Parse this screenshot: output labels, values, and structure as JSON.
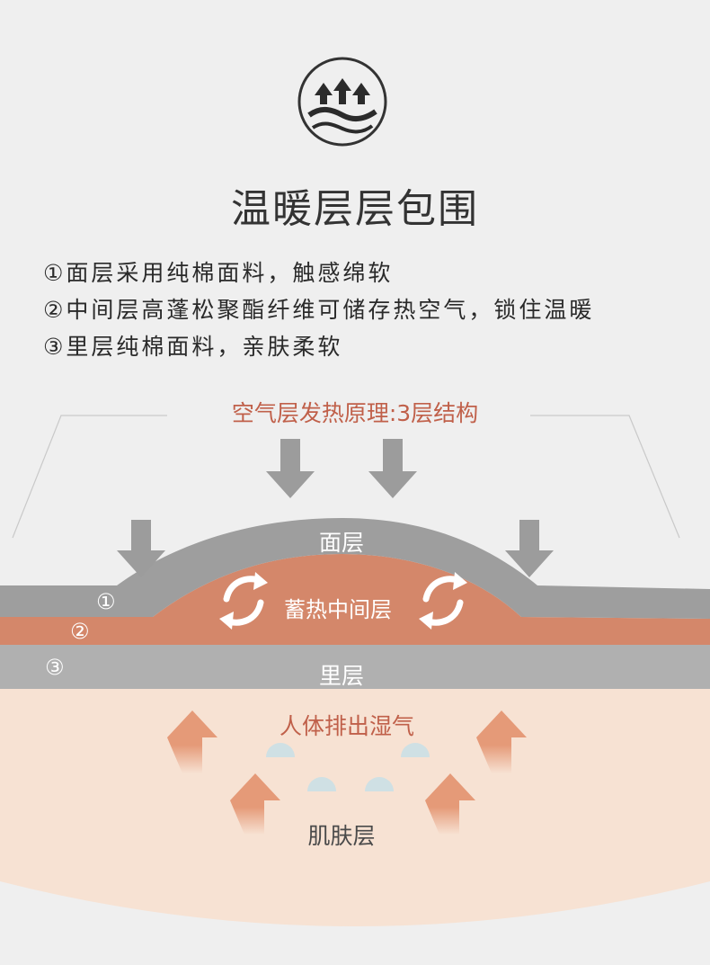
{
  "header": {
    "icon": "heat-rising-icon",
    "title": "温暖层层包围"
  },
  "points": [
    "①面层采用纯棉面料，触感绵软",
    "②中间层高蓬松聚酯纤维可储存热空气，锁住温暖",
    "③里层纯棉面料，亲肤柔软"
  ],
  "diagram": {
    "heading": "空气层发热原理:3层结构",
    "layers": {
      "face": "面层",
      "middle": "蓄热中间层",
      "inner": "里层"
    },
    "markers": {
      "one": "①",
      "two": "②",
      "three": "③"
    },
    "body_moisture": "人体排出湿气",
    "skin": "肌肤层",
    "colors": {
      "face_layer": "#9e9e9e",
      "middle_layer": "#d4876a",
      "inner_layer": "#b0b0b0",
      "skin_bg": "#f7e2d3",
      "heading": "#c0604a",
      "down_arrow": "#9c9c9c",
      "up_arrow": "#e59a78",
      "droplet": "#cfe0e4"
    }
  }
}
